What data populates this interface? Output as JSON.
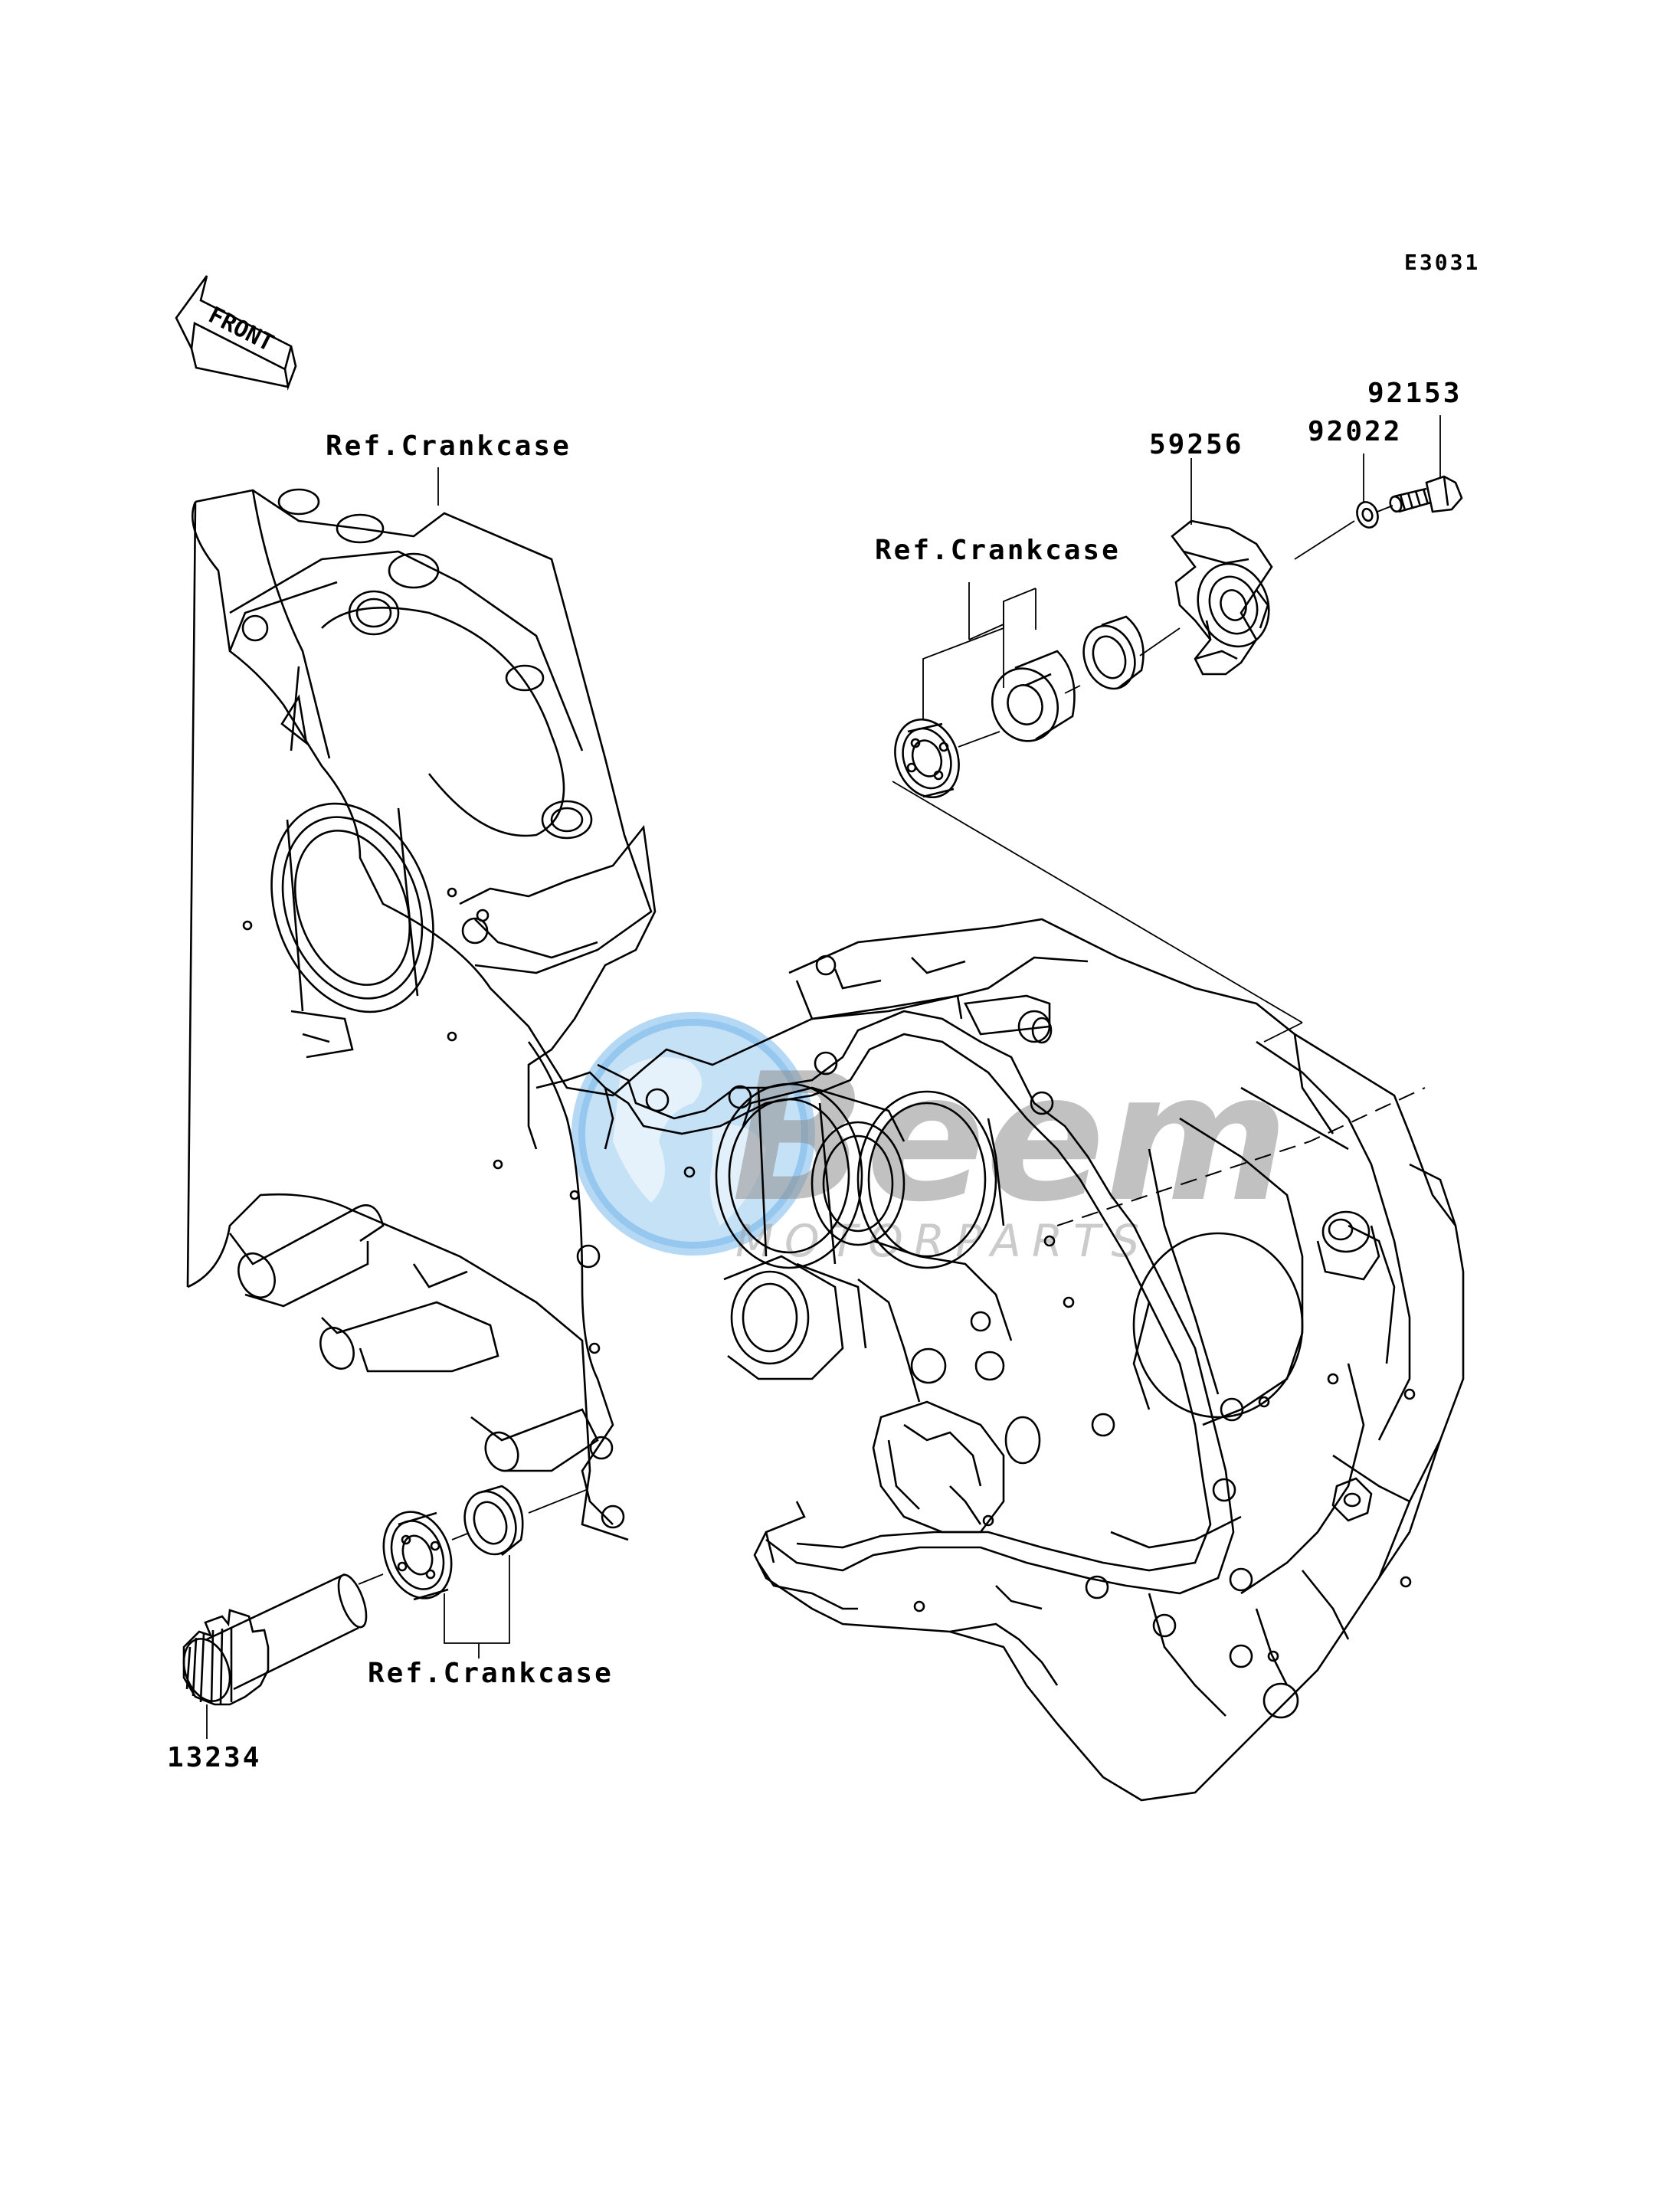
{
  "diagram": {
    "code": "E3031",
    "front_marker": "FRONT",
    "labels": {
      "ref_top_left": "Ref.Crankcase",
      "ref_top_right": "Ref.Crankcase",
      "ref_bottom": "Ref.Crankcase",
      "part_59256": "59256",
      "part_92022": "92022",
      "part_92153": "92153",
      "part_13234": "13234"
    }
  },
  "watermark": {
    "brand": "Beem",
    "tagline": "MOTORPARTS",
    "colors": {
      "globe": "#5aa8e6",
      "text": "#8e8e8e"
    }
  }
}
